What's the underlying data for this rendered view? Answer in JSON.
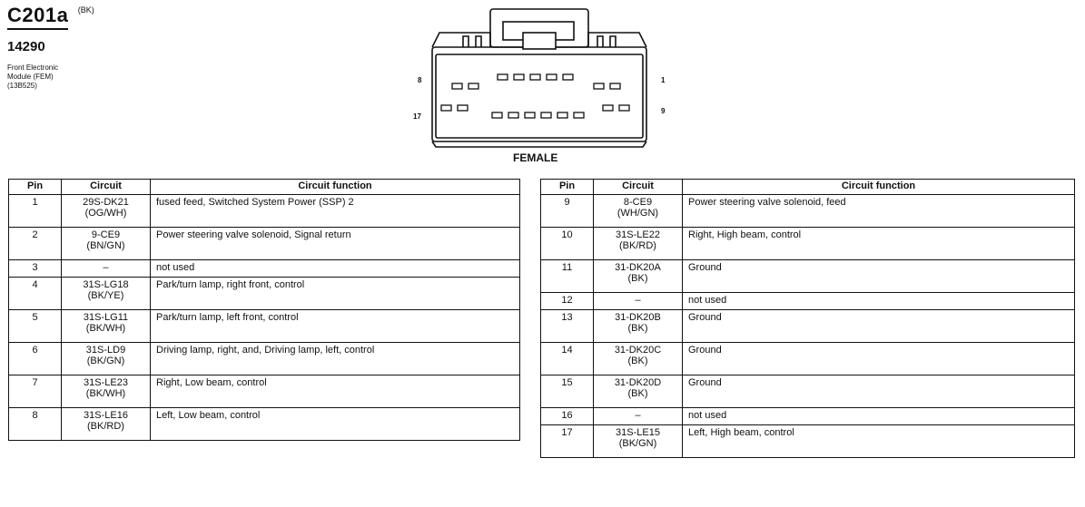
{
  "connector": {
    "title": "C201a",
    "color_code": "(BK)",
    "part_number": "14290",
    "description_lines": [
      "Front Electronic",
      "Module (FEM)",
      "(13B525)"
    ],
    "pin_labels": {
      "top_left": "8",
      "top_right": "1",
      "bottom_left": "17",
      "bottom_right": "9"
    },
    "gender": "FEMALE"
  },
  "table_headers": {
    "pin": "Pin",
    "circuit": "Circuit",
    "function": "Circuit function"
  },
  "left_rows": [
    {
      "pin": "1",
      "circuit": [
        "29S-DK21",
        "(OG/WH)"
      ],
      "function": "fused feed, Switched System Power (SSP) 2"
    },
    {
      "pin": "2",
      "circuit": [
        "9-CE9",
        "(BN/GN)"
      ],
      "function": "Power steering valve solenoid, Signal return"
    },
    {
      "pin": "3",
      "circuit": [
        "–"
      ],
      "function": "not used"
    },
    {
      "pin": "4",
      "circuit": [
        "31S-LG18",
        "(BK/YE)"
      ],
      "function": "Park/turn lamp, right front, control"
    },
    {
      "pin": "5",
      "circuit": [
        "31S-LG11",
        "(BK/WH)"
      ],
      "function": "Park/turn lamp, left front, control"
    },
    {
      "pin": "6",
      "circuit": [
        "31S-LD9",
        "(BK/GN)"
      ],
      "function": "Driving lamp, right, and, Driving lamp, left, control"
    },
    {
      "pin": "7",
      "circuit": [
        "31S-LE23",
        "(BK/WH)"
      ],
      "function": "Right, Low beam, control"
    },
    {
      "pin": "8",
      "circuit": [
        "31S-LE16",
        "(BK/RD)"
      ],
      "function": "Left, Low beam, control"
    }
  ],
  "right_rows": [
    {
      "pin": "9",
      "circuit": [
        "8-CE9",
        "(WH/GN)"
      ],
      "function": "Power steering valve solenoid, feed"
    },
    {
      "pin": "10",
      "circuit": [
        "31S-LE22",
        "(BK/RD)"
      ],
      "function": "Right, High beam, control"
    },
    {
      "pin": "11",
      "circuit": [
        "31-DK20A",
        "(BK)"
      ],
      "function": "Ground"
    },
    {
      "pin": "12",
      "circuit": [
        "–"
      ],
      "function": "not used"
    },
    {
      "pin": "13",
      "circuit": [
        "31-DK20B",
        "(BK)"
      ],
      "function": "Ground"
    },
    {
      "pin": "14",
      "circuit": [
        "31-DK20C",
        "(BK)"
      ],
      "function": "Ground"
    },
    {
      "pin": "15",
      "circuit": [
        "31-DK20D",
        "(BK)"
      ],
      "function": "Ground"
    },
    {
      "pin": "16",
      "circuit": [
        "–"
      ],
      "function": "not used"
    },
    {
      "pin": "17",
      "circuit": [
        "31S-LE15",
        "(BK/GN)"
      ],
      "function": "Left, High beam, control"
    }
  ]
}
